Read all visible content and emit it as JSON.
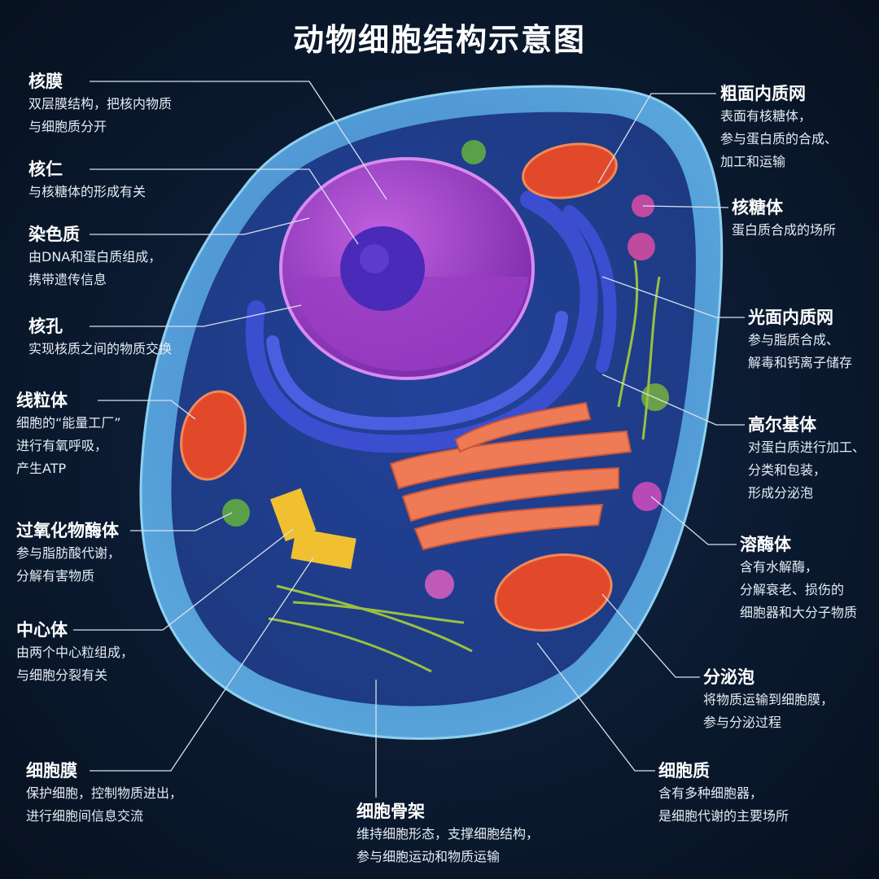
{
  "title": "动物细胞结构示意图",
  "labels": {
    "nuclear_envelope": {
      "name": "核膜",
      "desc": [
        "双层膜结构，把核内物质",
        "与细胞质分开"
      ]
    },
    "nucleolus": {
      "name": "核仁",
      "desc": [
        "与核糖体的形成有关"
      ]
    },
    "chromatin": {
      "name": "染色质",
      "desc": [
        "由DNA和蛋白质组成，",
        "携带遗传信息"
      ]
    },
    "nuclear_pore": {
      "name": "核孔",
      "desc": [
        "实现核质之间的物质交换"
      ]
    },
    "mitochondrion": {
      "name": "线粒体",
      "desc": [
        "细胞的“能量工厂”",
        "进行有氧呼吸，",
        "产生ATP"
      ]
    },
    "peroxisome": {
      "name": "过氧化物酶体",
      "desc": [
        "参与脂肪酸代谢，",
        "分解有害物质"
      ]
    },
    "centrosome": {
      "name": "中心体",
      "desc": [
        "由两个中心粒组成，",
        "与细胞分裂有关"
      ]
    },
    "cell_membrane": {
      "name": "细胞膜",
      "desc": [
        "保护细胞，控制物质进出，",
        "进行细胞间信息交流"
      ]
    },
    "cytoskeleton": {
      "name": "细胞骨架",
      "desc": [
        "维持细胞形态，支撑细胞结构，",
        "参与细胞运动和物质运输"
      ]
    },
    "rough_er": {
      "name": "粗面内质网",
      "desc": [
        "表面有核糖体，",
        "参与蛋白质的合成、",
        "加工和运输"
      ]
    },
    "ribosome": {
      "name": "核糖体",
      "desc": [
        "蛋白质合成的场所"
      ]
    },
    "smooth_er": {
      "name": "光面内质网",
      "desc": [
        "参与脂质合成、",
        "解毒和钙离子储存"
      ]
    },
    "golgi": {
      "name": "高尔基体",
      "desc": [
        "对蛋白质进行加工、",
        "分类和包装，",
        "形成分泌泡"
      ]
    },
    "lysosome": {
      "name": "溶酶体",
      "desc": [
        "含有水解酶，",
        "分解衰老、损伤的",
        "细胞器和大分子物质"
      ]
    },
    "secretory_vesicle": {
      "name": "分泌泡",
      "desc": [
        "将物质运输到细胞膜，",
        "参与分泌过程"
      ]
    },
    "cytoplasm": {
      "name": "细胞质",
      "desc": [
        "含有多种细胞器，",
        "是细胞代谢的主要场所"
      ]
    }
  }
}
